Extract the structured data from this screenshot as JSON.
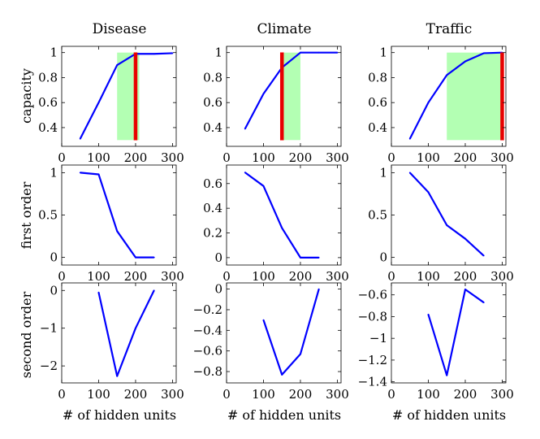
{
  "figure": {
    "column_titles": [
      "Disease",
      "Climate",
      "Traffic"
    ],
    "row_labels": [
      "capacity",
      "first order",
      "second order"
    ],
    "xlabel": "# of hidden units"
  },
  "colors": {
    "line": "#0000ff",
    "band": "#b3ffb3",
    "marker": "#e60000",
    "marker_outline": "#ff0000"
  },
  "chart_data": [
    {
      "type": "line",
      "column": "Disease",
      "row": "capacity",
      "x": [
        50,
        100,
        150,
        200,
        250,
        300
      ],
      "y": [
        0.31,
        0.6,
        0.9,
        0.99,
        0.99,
        0.995
      ],
      "xlim": [
        0,
        310
      ],
      "ylim": [
        0.25,
        1.05
      ],
      "xticks": [
        0,
        100,
        200,
        300
      ],
      "yticks": [
        0.4,
        0.6,
        0.8,
        1
      ],
      "ytick_labels": [
        "0.4",
        "0.6",
        "0.8",
        "1"
      ],
      "band": [
        150,
        210
      ],
      "band_y": [
        0.3,
        1.0
      ],
      "vline": 200
    },
    {
      "type": "line",
      "column": "Climate",
      "row": "capacity",
      "x": [
        50,
        100,
        150,
        200,
        250,
        300
      ],
      "y": [
        0.39,
        0.67,
        0.88,
        1.0,
        1.0,
        1.0
      ],
      "xlim": [
        0,
        310
      ],
      "ylim": [
        0.25,
        1.05
      ],
      "xticks": [
        0,
        100,
        200,
        300
      ],
      "yticks": [
        0.4,
        0.6,
        0.8,
        1
      ],
      "ytick_labels": [
        "0.4",
        "0.6",
        "0.8",
        "1"
      ],
      "band": [
        150,
        200
      ],
      "band_y": [
        0.3,
        1.0
      ],
      "vline": 150
    },
    {
      "type": "line",
      "column": "Traffic",
      "row": "capacity",
      "x": [
        50,
        100,
        150,
        200,
        250,
        300
      ],
      "y": [
        0.31,
        0.6,
        0.82,
        0.93,
        0.995,
        1.0
      ],
      "xlim": [
        0,
        310
      ],
      "ylim": [
        0.25,
        1.05
      ],
      "xticks": [
        0,
        100,
        200,
        300
      ],
      "yticks": [
        0.4,
        0.6,
        0.8,
        1
      ],
      "ytick_labels": [
        "0.4",
        "0.6",
        "0.8",
        "1"
      ],
      "band": [
        150,
        300
      ],
      "band_y": [
        0.3,
        1.0
      ],
      "vline": 300
    },
    {
      "type": "line",
      "column": "Disease",
      "row": "first order",
      "x": [
        50,
        100,
        150,
        200,
        250
      ],
      "y": [
        1.0,
        0.98,
        0.31,
        0.0,
        0.0
      ],
      "xlim": [
        0,
        310
      ],
      "ylim": [
        -0.09,
        1.09
      ],
      "xticks": [
        0,
        100,
        200,
        300
      ],
      "yticks": [
        0,
        0.5,
        1
      ],
      "ytick_labels": [
        "0",
        "0.5",
        "1"
      ]
    },
    {
      "type": "line",
      "column": "Climate",
      "row": "first order",
      "x": [
        50,
        100,
        150,
        200,
        250
      ],
      "y": [
        0.69,
        0.58,
        0.24,
        0.0,
        0.0
      ],
      "xlim": [
        0,
        310
      ],
      "ylim": [
        -0.06,
        0.75
      ],
      "xticks": [
        0,
        100,
        200,
        300
      ],
      "yticks": [
        0,
        0.2,
        0.4,
        0.6
      ],
      "ytick_labels": [
        "0",
        "0.2",
        "0.4",
        "0.6"
      ]
    },
    {
      "type": "line",
      "column": "Traffic",
      "row": "first order",
      "x": [
        50,
        100,
        150,
        200,
        250
      ],
      "y": [
        1.0,
        0.77,
        0.38,
        0.22,
        0.02
      ],
      "xlim": [
        0,
        310
      ],
      "ylim": [
        -0.09,
        1.09
      ],
      "xticks": [
        0,
        100,
        200,
        300
      ],
      "yticks": [
        0,
        0.5,
        1
      ],
      "ytick_labels": [
        "0",
        "0.5",
        "1"
      ]
    },
    {
      "type": "line",
      "column": "Disease",
      "row": "second order",
      "x": [
        100,
        150,
        200,
        250
      ],
      "y": [
        -0.05,
        -2.27,
        -1.0,
        0.0
      ],
      "xlim": [
        0,
        310
      ],
      "ylim": [
        -2.45,
        0.2
      ],
      "xticks": [
        0,
        100,
        200,
        300
      ],
      "yticks": [
        -2,
        -1,
        0
      ],
      "ytick_labels": [
        "−2",
        "−1",
        "0"
      ]
    },
    {
      "type": "line",
      "column": "Climate",
      "row": "second order",
      "x": [
        100,
        150,
        200,
        250
      ],
      "y": [
        -0.3,
        -0.83,
        -0.63,
        0.0
      ],
      "xlim": [
        0,
        310
      ],
      "ylim": [
        -0.91,
        0.06
      ],
      "xticks": [
        0,
        100,
        200,
        300
      ],
      "yticks": [
        -0.8,
        -0.6,
        -0.4,
        -0.2,
        0
      ],
      "ytick_labels": [
        "−0.8",
        "−0.6",
        "−0.4",
        "−0.2",
        "0"
      ]
    },
    {
      "type": "line",
      "column": "Traffic",
      "row": "second order",
      "x": [
        100,
        150,
        200,
        250
      ],
      "y": [
        -0.78,
        -1.34,
        -0.55,
        -0.67
      ],
      "xlim": [
        0,
        310
      ],
      "ylim": [
        -1.41,
        -0.49
      ],
      "xticks": [
        0,
        100,
        200,
        300
      ],
      "yticks": [
        -1.4,
        -1.2,
        -1,
        -0.8,
        -0.6
      ],
      "ytick_labels": [
        "−1.4",
        "−1.2",
        "−1",
        "−0.8",
        "−0.6"
      ]
    }
  ]
}
